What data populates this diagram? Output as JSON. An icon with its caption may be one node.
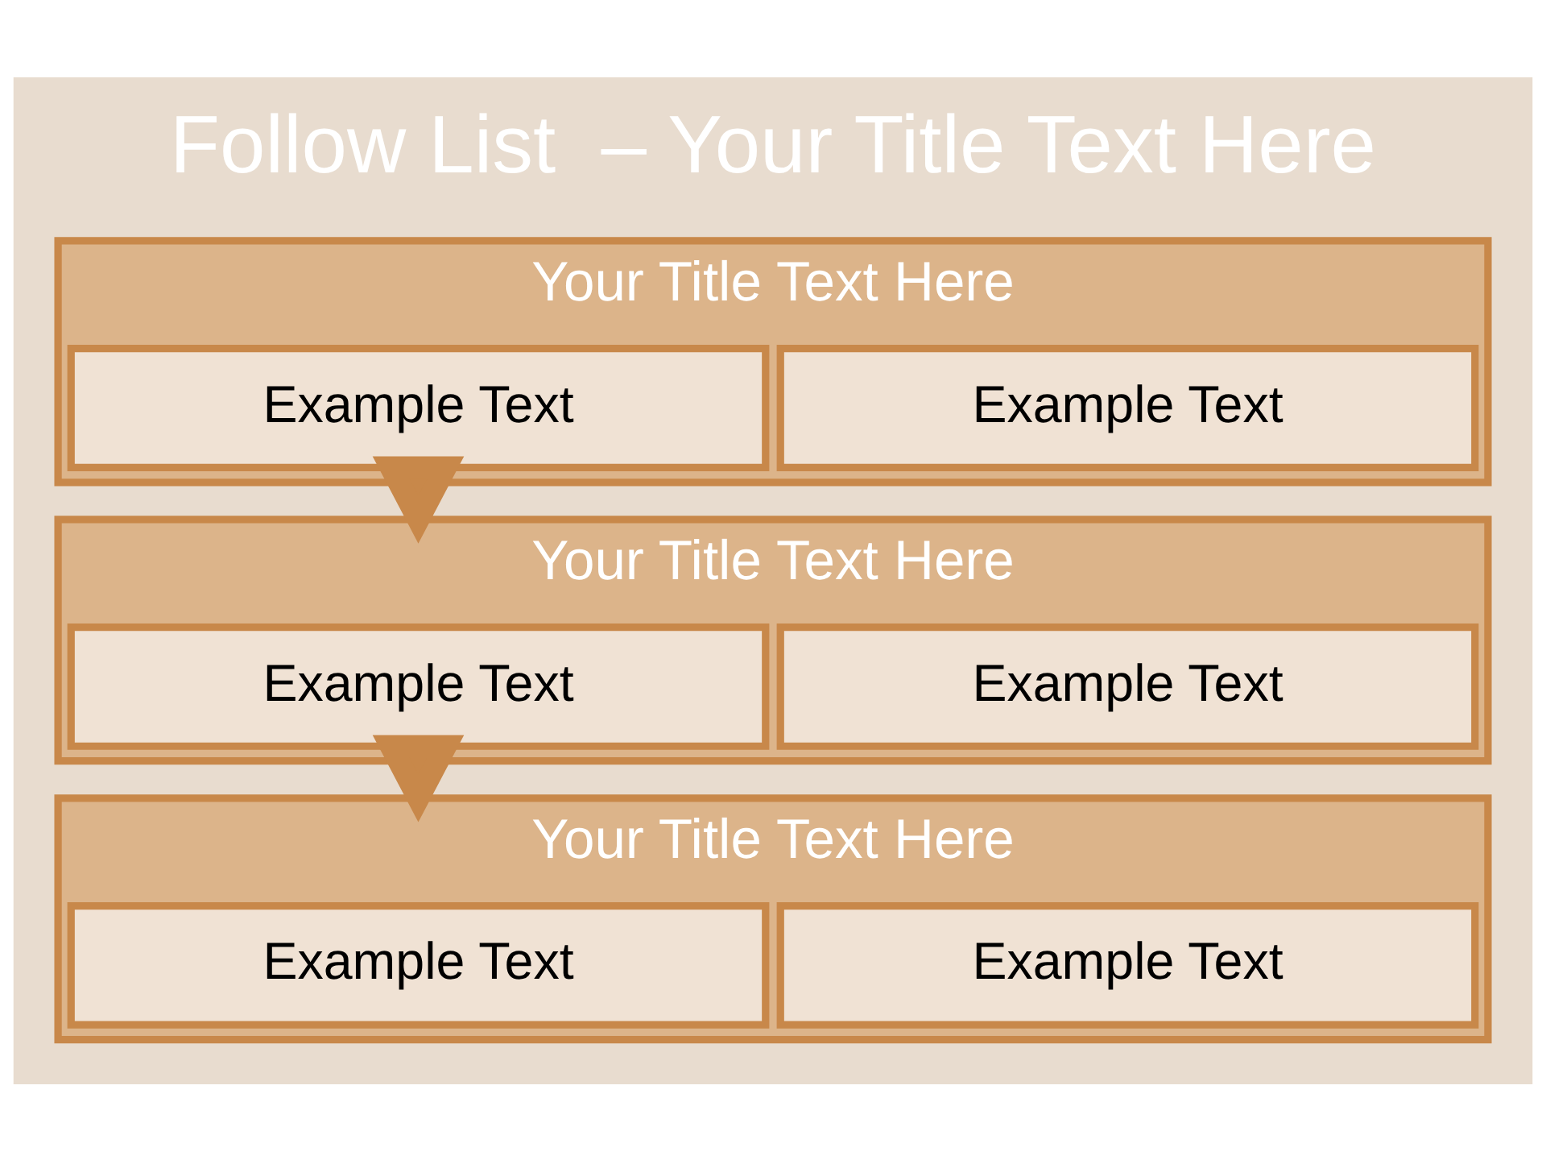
{
  "diagram": {
    "title": "Follow List  – Your Title Text Here",
    "nodes": [
      {
        "text": [
          "Your Title Text Here"
        ]
      },
      {
        "text": [
          "Example Text"
        ],
        "in": 0
      },
      {
        "text": [
          "Example Text"
        ],
        "in": 0
      },
      {
        "text": [
          "Your Title Text Here"
        ]
      },
      {
        "text": [
          "Example Text"
        ],
        "in": 3
      },
      {
        "text": [
          "Example Text"
        ],
        "in": 3
      },
      {
        "text": [
          "Your Title Text Here"
        ]
      },
      {
        "text": [
          "Example Text"
        ],
        "in": 6
      },
      {
        "text": [
          "Example Text"
        ],
        "in": 6
      }
    ],
    "edges": [
      {
        "from": 0,
        "to": 3,
        "arrow": "to",
        "style": "thick"
      },
      {
        "from": 3,
        "to": 6,
        "arrow": "to",
        "style": "thick"
      }
    ]
  }
}
